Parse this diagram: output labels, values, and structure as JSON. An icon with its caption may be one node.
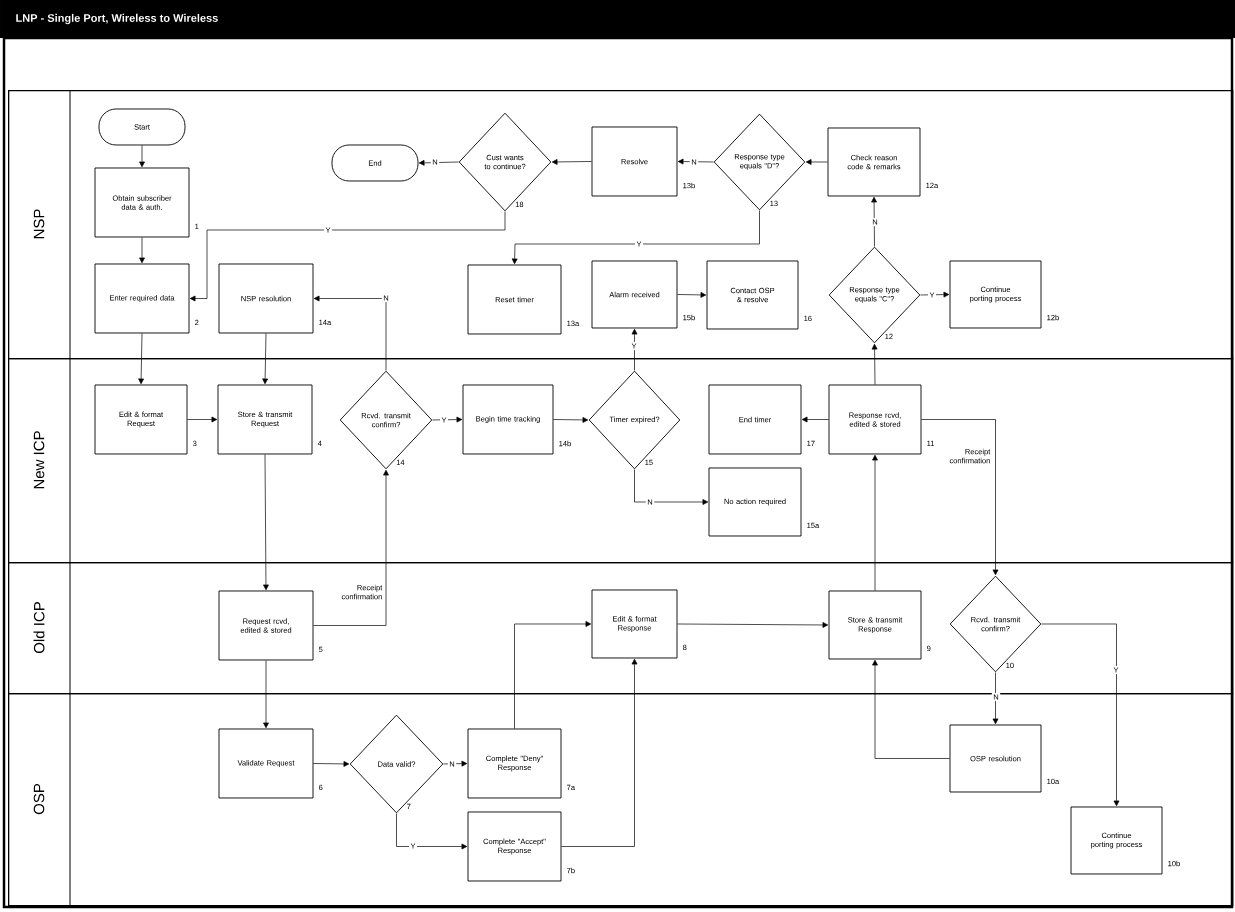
{
  "diagram": {
    "title": "LNP - Single Port, Wireless to Wireless",
    "nodes": [
      {
        "text": [
          "NSP"
        ]
      },
      {
        "text": [
          "New ICP"
        ]
      },
      {
        "text": [
          "Old ICP"
        ]
      },
      {
        "text": [
          "OSP"
        ]
      },
      {
        "text": [
          "Start"
        ],
        "in": 0
      },
      {
        "text": [
          "End"
        ],
        "in": 0
      },
      {
        "text": [
          "Obtain subscriber data & auth."
        ],
        "beside": [
          "1"
        ],
        "in": 0
      },
      {
        "text": [
          "Enter required data"
        ],
        "beside": [
          "2"
        ],
        "in": 0
      },
      {
        "text": [
          "NSP resolution"
        ],
        "beside": [
          "14a"
        ],
        "in": 0
      },
      {
        "text": [
          "Cust wants to continue?"
        ],
        "beside": [
          "18"
        ],
        "in": 0
      },
      {
        "text": [
          "Resolve"
        ],
        "beside": [
          "13b"
        ],
        "in": 0
      },
      {
        "text": [
          "Response type equals \"D\"?"
        ],
        "beside": [
          "13"
        ],
        "in": 0
      },
      {
        "text": [
          "Check reason code & remarks"
        ],
        "beside": [
          "12a"
        ],
        "in": 0
      },
      {
        "text": [
          "Reset timer"
        ],
        "beside": [
          "13a"
        ],
        "in": 0
      },
      {
        "text": [
          "Alarm received"
        ],
        "beside": [
          "15b"
        ],
        "in": 0
      },
      {
        "text": [
          "Contact OSP & resolve"
        ],
        "beside": [
          "16"
        ],
        "in": 0
      },
      {
        "text": [
          "Response type equals \"C\"?"
        ],
        "beside": [
          "12"
        ],
        "in": 0
      },
      {
        "text": [
          "Continue porting process"
        ],
        "beside": [
          "12b"
        ],
        "in": 0
      },
      {
        "text": [
          "Edit & format Request"
        ],
        "beside": [
          "3"
        ],
        "in": 1
      },
      {
        "text": [
          "Store & transmit Request"
        ],
        "beside": [
          "4"
        ],
        "in": 1
      },
      {
        "text": [
          "Rcvd. transmit confirm?"
        ],
        "beside": [
          "14"
        ],
        "in": 1
      },
      {
        "text": [
          "Begin time tracking"
        ],
        "beside": [
          "14b"
        ],
        "in": 1
      },
      {
        "text": [
          "Timer expired?"
        ],
        "beside": [
          "15"
        ],
        "in": 1
      },
      {
        "text": [
          "End timer"
        ],
        "beside": [
          "17"
        ],
        "in": 1
      },
      {
        "text": [
          "Response rcvd, edited & stored"
        ],
        "beside": [
          "11"
        ],
        "in": 1
      },
      {
        "text": [
          "No action required"
        ],
        "beside": [
          "15a"
        ],
        "in": 1
      },
      {
        "text": [
          "Request rcvd, edited & stored"
        ],
        "beside": [
          "5"
        ],
        "in": 2
      },
      {
        "text": [
          "Edit & format Response"
        ],
        "beside": [
          "8"
        ],
        "in": 2
      },
      {
        "text": [
          "Store & transmit Response"
        ],
        "beside": [
          "9"
        ],
        "in": 2
      },
      {
        "text": [
          "Rcvd. transmit confirm?"
        ],
        "beside": [
          "10"
        ],
        "in": 2
      },
      {
        "text": [
          "Validate Request"
        ],
        "beside": [
          "6"
        ],
        "in": 3
      },
      {
        "text": [
          "Data valid?"
        ],
        "beside": [
          "7"
        ],
        "in": 3
      },
      {
        "text": [
          "Complete \"Deny\" Response"
        ],
        "beside": [
          "7a"
        ],
        "in": 3
      },
      {
        "text": [
          "Complete \"Accept\" Response"
        ],
        "beside": [
          "7b"
        ],
        "in": 3
      },
      {
        "text": [
          "OSP resolution"
        ],
        "beside": [
          "10a"
        ],
        "in": 3
      },
      {
        "text": [
          "Continue porting process"
        ],
        "beside": [
          "10b"
        ],
        "in": 3
      }
    ],
    "edges": [
      {
        "from": 4,
        "to": 6,
        "arrow": "to"
      },
      {
        "from": 6,
        "to": 7,
        "arrow": "to"
      },
      {
        "from": 7,
        "to": 18,
        "arrow": "to"
      },
      {
        "from": 8,
        "to": 19,
        "arrow": "to"
      },
      {
        "from": 18,
        "to": 19,
        "arrow": "to"
      },
      {
        "from": 19,
        "to": 26,
        "arrow": "to"
      },
      {
        "from": 26,
        "to": 30,
        "arrow": "to"
      },
      {
        "from": 26,
        "to": 20,
        "arrow": "to",
        "label": "Receipt confirmation"
      },
      {
        "from": 20,
        "to": 8,
        "arrow": "to",
        "label": "N"
      },
      {
        "from": 20,
        "to": 21,
        "arrow": "to",
        "label": "Y"
      },
      {
        "from": 21,
        "to": 22,
        "arrow": "to"
      },
      {
        "from": 22,
        "to": 14,
        "arrow": "to",
        "label": "Y"
      },
      {
        "from": 22,
        "to": 25,
        "arrow": "to",
        "label": "N"
      },
      {
        "from": 14,
        "to": 15,
        "arrow": "to"
      },
      {
        "from": 30,
        "to": 31,
        "arrow": "to"
      },
      {
        "from": 31,
        "to": 32,
        "arrow": "to",
        "label": "N"
      },
      {
        "from": 31,
        "to": 33,
        "arrow": "to",
        "label": "Y"
      },
      {
        "from": 32,
        "to": 27,
        "arrow": "to"
      },
      {
        "from": 33,
        "to": 27,
        "arrow": "to"
      },
      {
        "from": 27,
        "to": 28,
        "arrow": "to"
      },
      {
        "from": 34,
        "to": 28,
        "arrow": "to"
      },
      {
        "from": 28,
        "to": 24,
        "arrow": "to"
      },
      {
        "from": 24,
        "to": 23,
        "arrow": "to"
      },
      {
        "from": 24,
        "to": 16,
        "arrow": "to"
      },
      {
        "from": 24,
        "to": 29,
        "arrow": "to",
        "label": "Receipt confirmation"
      },
      {
        "from": 29,
        "to": 34,
        "arrow": "to",
        "label": "N"
      },
      {
        "from": 29,
        "to": 35,
        "arrow": "to",
        "label": "Y"
      },
      {
        "from": 16,
        "to": 12,
        "arrow": "to",
        "label": "N"
      },
      {
        "from": 16,
        "to": 17,
        "arrow": "to",
        "label": "Y"
      },
      {
        "from": 12,
        "to": 11,
        "arrow": "to"
      },
      {
        "from": 11,
        "to": 10,
        "arrow": "to",
        "label": "N"
      },
      {
        "from": 10,
        "to": 9,
        "arrow": "to"
      },
      {
        "from": 9,
        "to": 5,
        "arrow": "to",
        "label": "N"
      },
      {
        "from": 9,
        "to": 7,
        "arrow": "to",
        "label": "Y"
      },
      {
        "from": 11,
        "to": 13,
        "arrow": "to",
        "label": "Y"
      }
    ]
  }
}
